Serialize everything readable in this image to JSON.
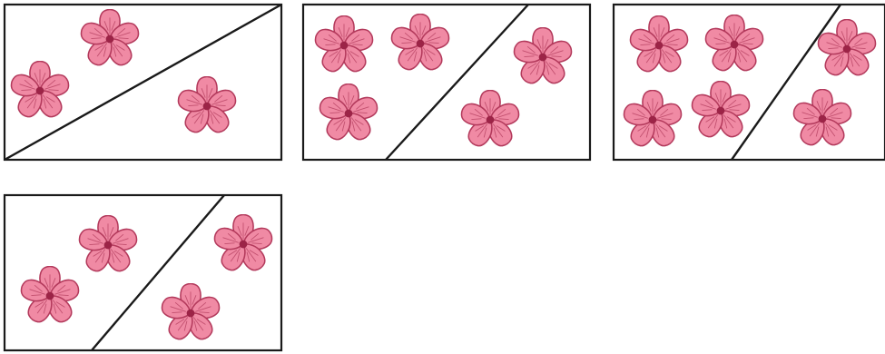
{
  "colors": {
    "background": "#ffffff",
    "stroke": "#1a1a1a",
    "petal_fill": "#f08aa4",
    "petal_outline": "#b33a5c",
    "petal_vein": "#c2506f",
    "flower_center": "#9c2447"
  },
  "icon": "flower-icon",
  "panels": [
    {
      "id": 1,
      "left_region_flowers": 2,
      "right_region_flowers": 1
    },
    {
      "id": 2,
      "left_region_flowers": 3,
      "right_region_flowers": 2
    },
    {
      "id": 3,
      "left_region_flowers": 4,
      "right_region_flowers": 2
    },
    {
      "id": 4,
      "left_region_flowers": 2,
      "right_region_flowers": 2
    }
  ]
}
